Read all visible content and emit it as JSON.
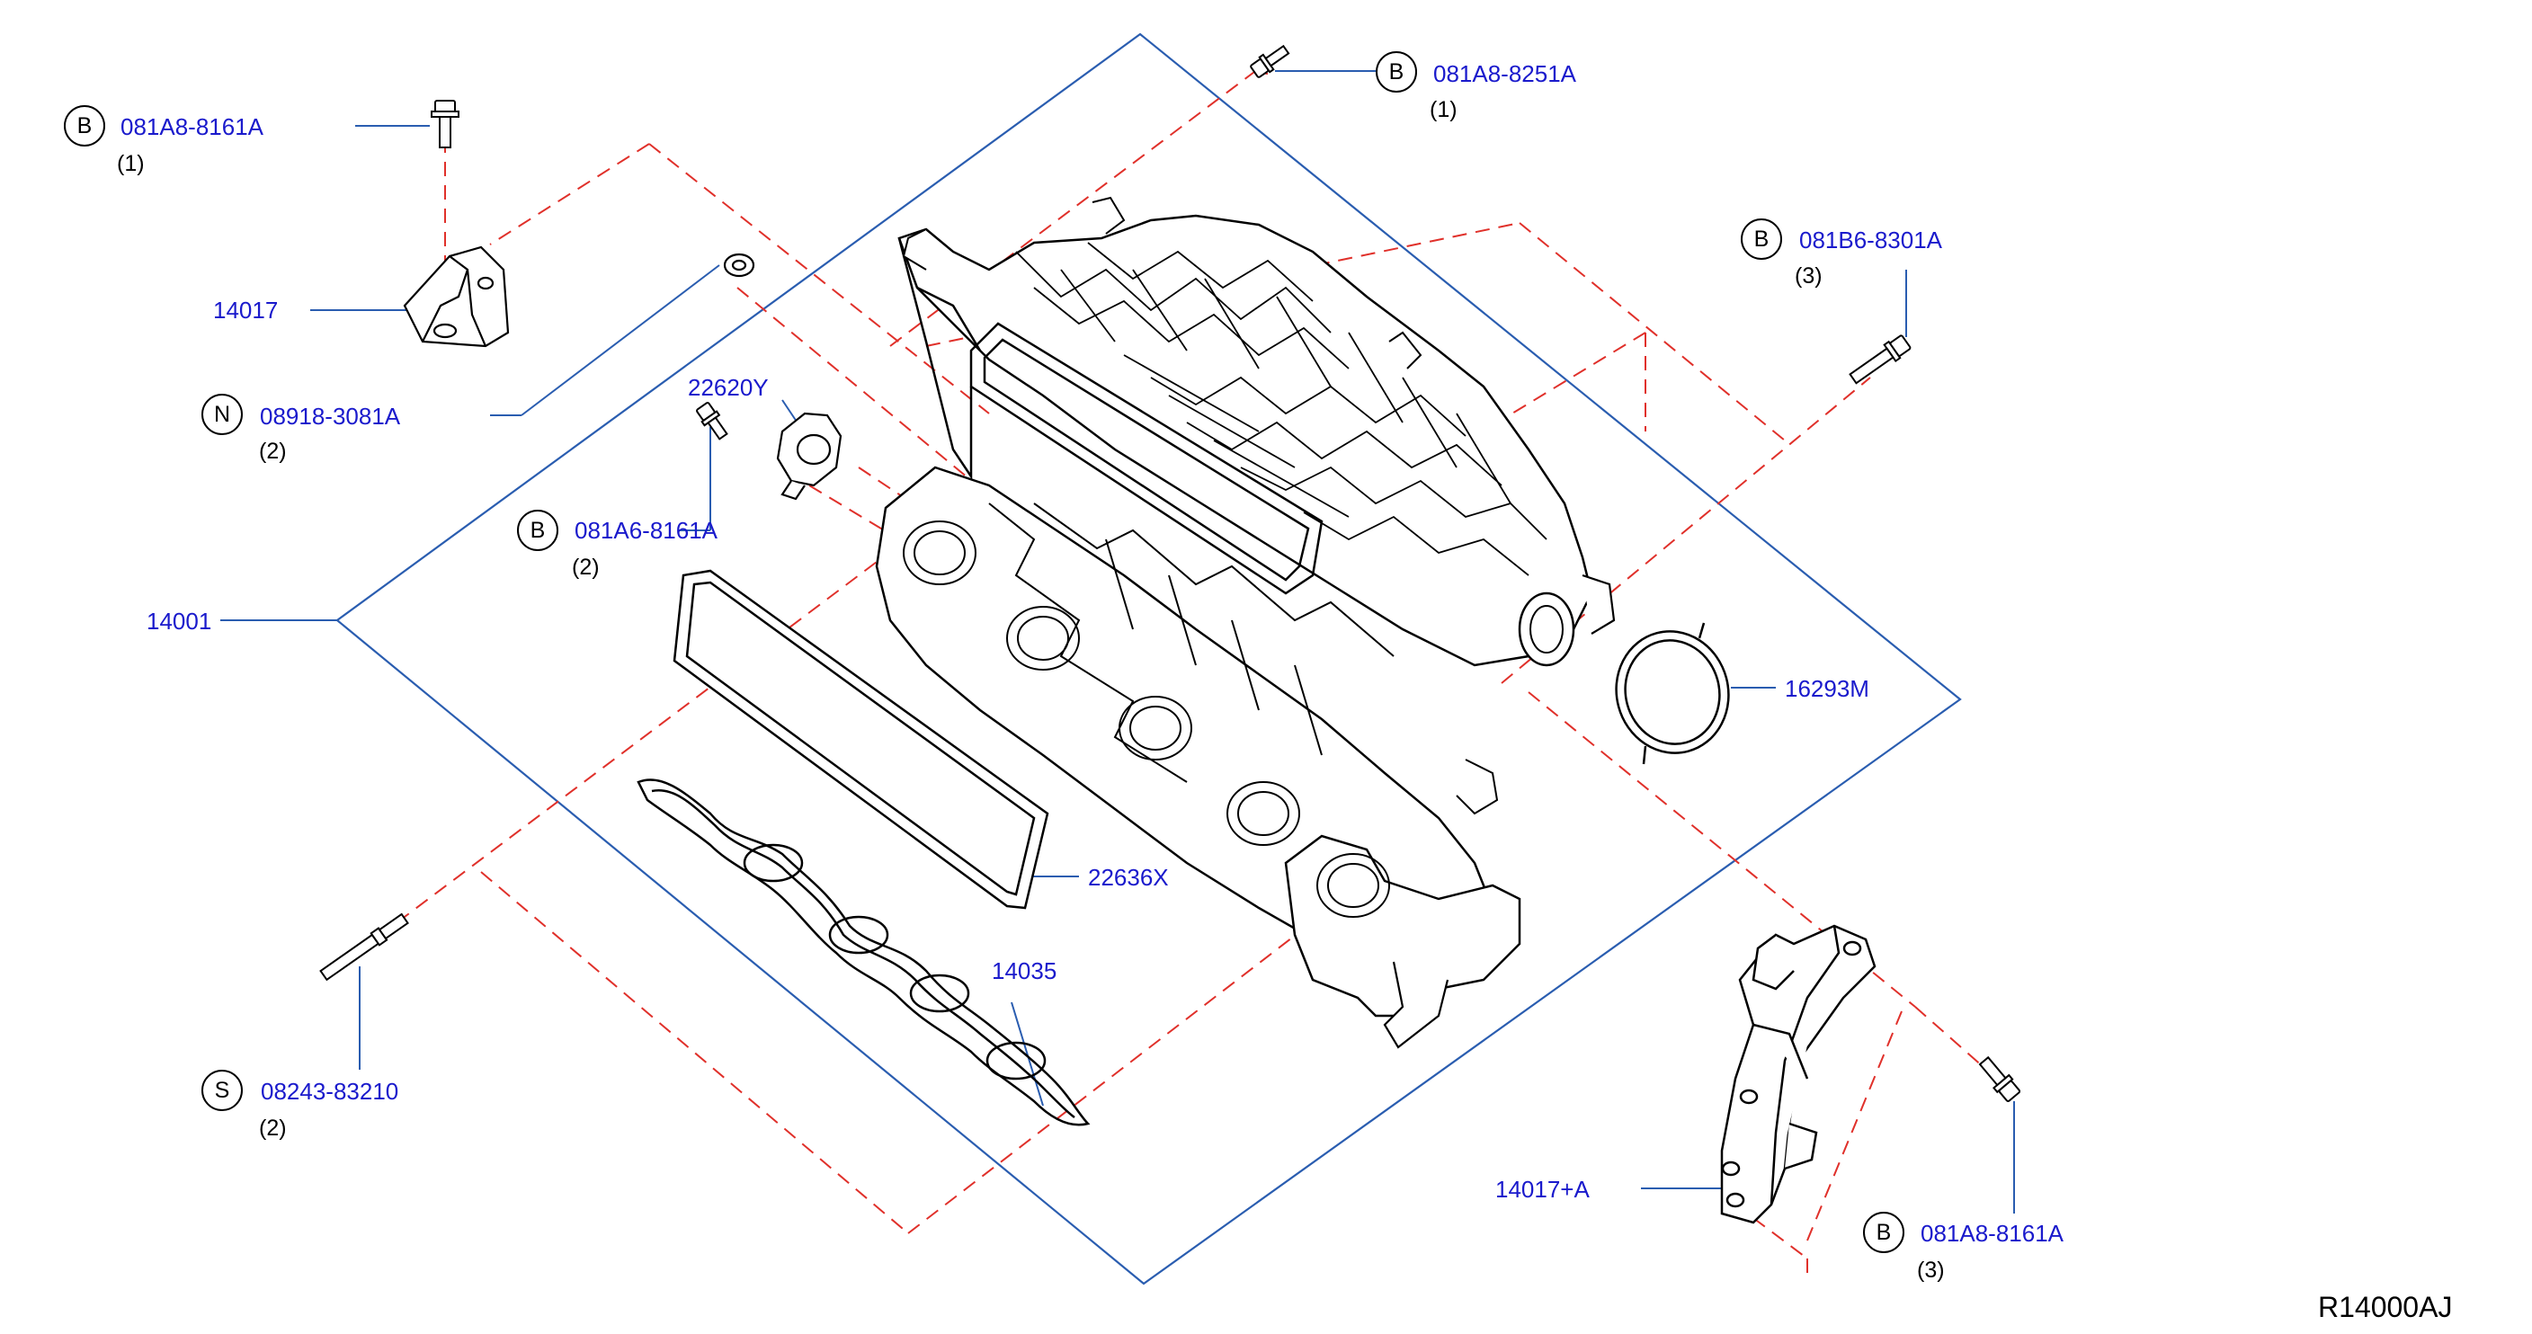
{
  "colors": {
    "label": "#1a1acc",
    "leader": "#2a5db0",
    "hidden_line": "#e0302a",
    "outline": "#000000"
  },
  "callouts": [
    {
      "prefix": "B",
      "part_no": "081A8-8161A",
      "qty": "(1)"
    },
    {
      "prefix": "",
      "part_no": "14017",
      "qty": ""
    },
    {
      "prefix": "N",
      "part_no": "08918-3081A",
      "qty": "(2)"
    },
    {
      "prefix": "",
      "part_no": "22620Y",
      "qty": ""
    },
    {
      "prefix": "B",
      "part_no": "081A6-8161A",
      "qty": "(2)"
    },
    {
      "prefix": "",
      "part_no": "14001",
      "qty": ""
    },
    {
      "prefix": "",
      "part_no": "22636X",
      "qty": ""
    },
    {
      "prefix": "",
      "part_no": "14035",
      "qty": ""
    },
    {
      "prefix": "S",
      "part_no": "08243-83210",
      "qty": "(2)"
    },
    {
      "prefix": "B",
      "part_no": "081A8-8251A",
      "qty": "(1)"
    },
    {
      "prefix": "B",
      "part_no": "081B6-8301A",
      "qty": "(3)"
    },
    {
      "prefix": "",
      "part_no": "16293M",
      "qty": ""
    },
    {
      "prefix": "",
      "part_no": "14017+A",
      "qty": ""
    },
    {
      "prefix": "B",
      "part_no": "081A8-8161A",
      "qty": "(3)"
    }
  ],
  "drawing_code": "R14000AJ",
  "icons": {
    "bolt": "bolt-icon",
    "washer": "washer-icon",
    "stud": "stud-icon",
    "bracket": "bracket-icon",
    "gasket": "gasket-icon",
    "sensor": "sensor-icon",
    "manifold": "intake-manifold-icon"
  }
}
